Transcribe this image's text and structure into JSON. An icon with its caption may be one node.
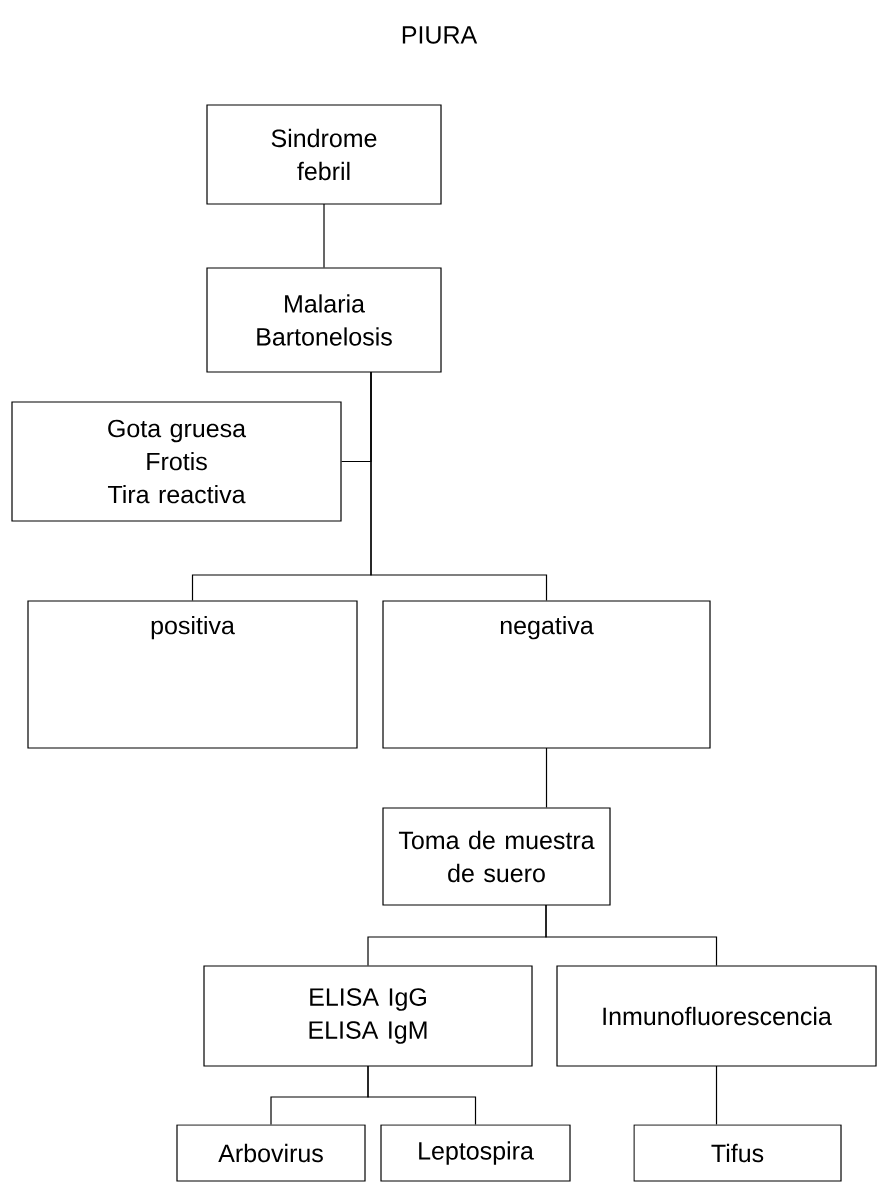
{
  "diagram": {
    "title": "PIURA",
    "nodes": [
      {
        "text": [
          "Sindrome febril"
        ]
      },
      {
        "text": [
          "Malaria",
          "Bartonelosis"
        ]
      },
      {
        "text": [
          "Gota gruesa",
          "Frotis",
          "Tira reactiva"
        ]
      },
      {
        "text": [
          "positiva"
        ]
      },
      {
        "text": [
          "negativa"
        ]
      },
      {
        "text": [
          "Toma de muestra de suero"
        ]
      },
      {
        "text": [
          "ELISA IgG",
          "ELISA IgM"
        ]
      },
      {
        "text": [
          "Inmunofluorescencia"
        ]
      },
      {
        "text": [
          "Arbovirus"
        ]
      },
      {
        "text": [
          "Leptospira"
        ]
      },
      {
        "text": [
          "Tifus"
        ]
      }
    ],
    "edges": [
      {
        "from": 0,
        "to": 1,
        "arrow": "none"
      },
      {
        "from": 1,
        "to": 2,
        "arrow": "none"
      },
      {
        "from": 1,
        "to": 3,
        "arrow": "none"
      },
      {
        "from": 1,
        "to": 4,
        "arrow": "none"
      },
      {
        "from": 4,
        "to": 5,
        "arrow": "none"
      },
      {
        "from": 5,
        "to": 6,
        "arrow": "none"
      },
      {
        "from": 5,
        "to": 7,
        "arrow": "none"
      },
      {
        "from": 6,
        "to": 8,
        "arrow": "none"
      },
      {
        "from": 6,
        "to": 9,
        "arrow": "none"
      },
      {
        "from": 7,
        "to": 10,
        "arrow": "none"
      }
    ]
  }
}
